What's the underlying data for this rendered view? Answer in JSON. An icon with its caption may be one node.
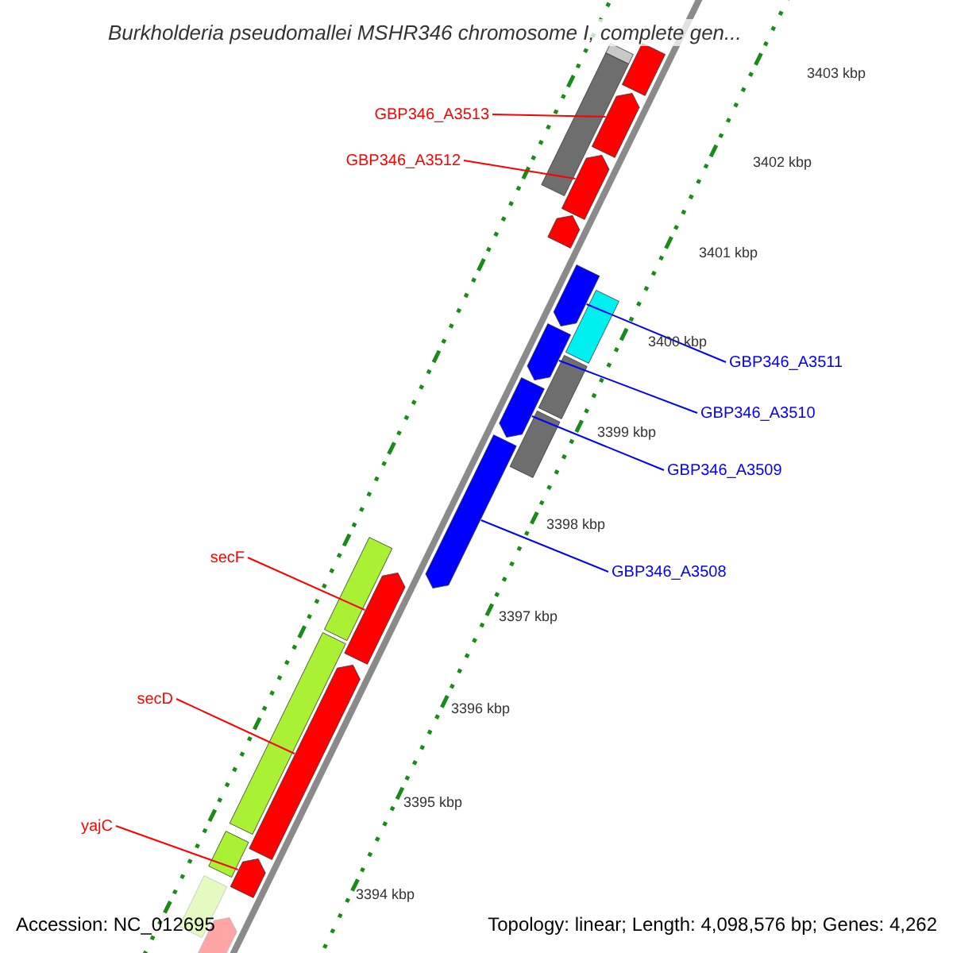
{
  "diagram": {
    "title": "Burkholderia pseudomallei MSHR346 chromosome I, complete gen...",
    "nodes": [
      {
        "text": [
          "GBP346_A3513"
        ]
      },
      {
        "text": [],
        "shape": "arrow"
      },
      {
        "text": [
          "GBP346_A3512"
        ]
      },
      {
        "text": [],
        "shape": "arrow"
      },
      {
        "text": [
          "GBP346_A3511"
        ]
      },
      {
        "text": [],
        "shape": "arrow"
      },
      {
        "text": [
          "GBP346_A3510"
        ]
      },
      {
        "text": [],
        "shape": "arrow"
      },
      {
        "text": [
          "GBP346_A3509"
        ]
      },
      {
        "text": [],
        "shape": "arrow"
      },
      {
        "text": [
          "GBP346_A3508"
        ]
      },
      {
        "text": [],
        "shape": "arrow"
      },
      {
        "text": [
          "secF"
        ]
      },
      {
        "text": [],
        "shape": "arrow"
      },
      {
        "text": [
          "secD"
        ]
      },
      {
        "text": [],
        "shape": "arrow"
      },
      {
        "text": [
          "yajC"
        ]
      },
      {
        "text": [],
        "shape": "arrow"
      },
      {
        "text": [],
        "shape": "bar"
      },
      {
        "text": [],
        "shape": "arrow"
      },
      {
        "text": [],
        "shape": "arrow"
      },
      {
        "text": [],
        "shape": "bar"
      },
      {
        "text": [],
        "shape": "bar"
      },
      {
        "text": [],
        "shape": "bar"
      },
      {
        "text": [],
        "shape": "bar"
      },
      {
        "text": [],
        "shape": "bar"
      },
      {
        "text": [],
        "shape": "bar"
      },
      {
        "text": [],
        "shape": "bar"
      },
      {
        "text": [],
        "shape": "bar"
      },
      {
        "text": [],
        "shape": "bar"
      }
    ],
    "edges": [
      {
        "from": 0,
        "to": 1,
        "arrow": "none"
      },
      {
        "from": 2,
        "to": 3,
        "arrow": "none"
      },
      {
        "from": 4,
        "to": 5,
        "arrow": "none",
        "color": "#0000ff"
      },
      {
        "from": 6,
        "to": 7,
        "arrow": "none",
        "color": "#0000ff"
      },
      {
        "from": 8,
        "to": 9,
        "arrow": "none",
        "color": "#0000ff"
      },
      {
        "from": 10,
        "to": 11,
        "arrow": "none",
        "color": "#0000ff"
      },
      {
        "from": 12,
        "to": 13,
        "arrow": "none"
      },
      {
        "from": 14,
        "to": 15,
        "arrow": "none"
      },
      {
        "from": 16,
        "to": 17,
        "arrow": "none"
      }
    ],
    "labels": [
      "3403 kbp",
      "3402 kbp",
      "3401 kbp",
      "3400 kbp",
      "3399 kbp",
      "3398 kbp",
      "3397 kbp",
      "3396 kbp",
      "3395 kbp",
      "3394 kbp",
      "Accession: NC_012695",
      "Topology: linear; Length: 4,098,576 bp; Genes: 4,262"
    ]
  }
}
